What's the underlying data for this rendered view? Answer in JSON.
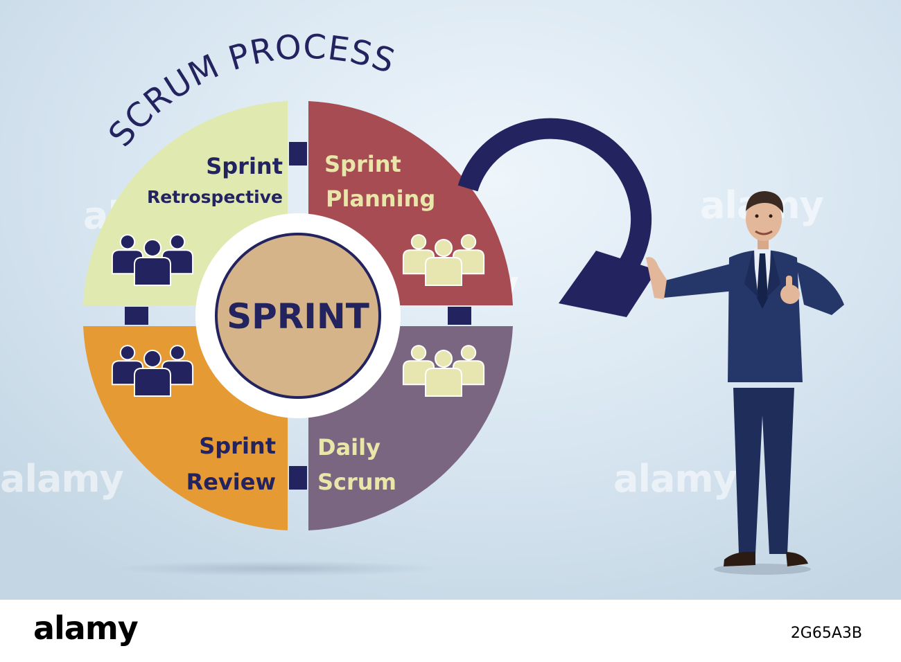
{
  "title": "SCRUM PROCESS",
  "center_label": "SPRINT",
  "quadrants": [
    {
      "id": "retrospective",
      "line1": "Sprint",
      "line2": "Retrospective",
      "color": "#dfe9b0",
      "text_color": "#23235f",
      "icon_color": "#23235f"
    },
    {
      "id": "planning",
      "line1": "Sprint",
      "line2": "Planning",
      "color": "#a84c53",
      "text_color": "#e8e6a8",
      "icon_color": "#e8e6b0"
    },
    {
      "id": "daily",
      "line1": "Daily",
      "line2": "Scrum",
      "color": "#7a6680",
      "text_color": "#e8e6a8",
      "icon_color": "#e8e6b0"
    },
    {
      "id": "review",
      "line1": "Sprint",
      "line2": "Review",
      "color": "#e69a34",
      "text_color": "#23235f",
      "icon_color": "#23235f"
    }
  ],
  "colors": {
    "navy": "#23235f",
    "center_fill": "#d5b48a",
    "arrow": "#23235f"
  },
  "watermark": "alamy",
  "footer": {
    "logo": "alamy",
    "image_id": "2G65A3B"
  }
}
